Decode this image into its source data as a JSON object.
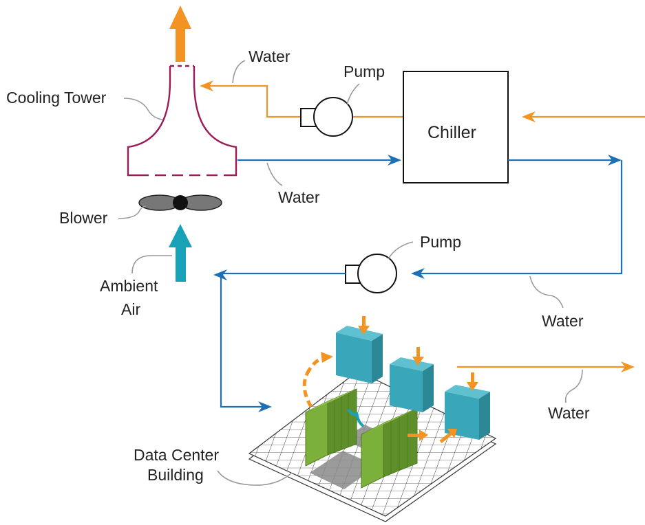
{
  "labels": {
    "cooling_tower": "Cooling Tower",
    "blower": "Blower",
    "ambient_air_line1": "Ambient",
    "ambient_air_line2": "Air",
    "chiller": "Chiller",
    "pump_top": "Pump",
    "pump_bottom": "Pump",
    "water_tower_inlet": "Water",
    "water_tower_outlet": "Water",
    "water_right_loop": "Water",
    "water_outflow": "Water",
    "data_center_line1": "Data Center",
    "data_center_line2": "Building"
  },
  "colors": {
    "warm_water": "#f39322",
    "cool_water": "#1f6fb5",
    "tower_outline": "#9b1b5a",
    "ambient_air_arrow": "#17a2b8",
    "server_racks": "#7bb03a",
    "cooling_units": "#3aa6b9",
    "leader_lines": "#9a9a9a"
  }
}
